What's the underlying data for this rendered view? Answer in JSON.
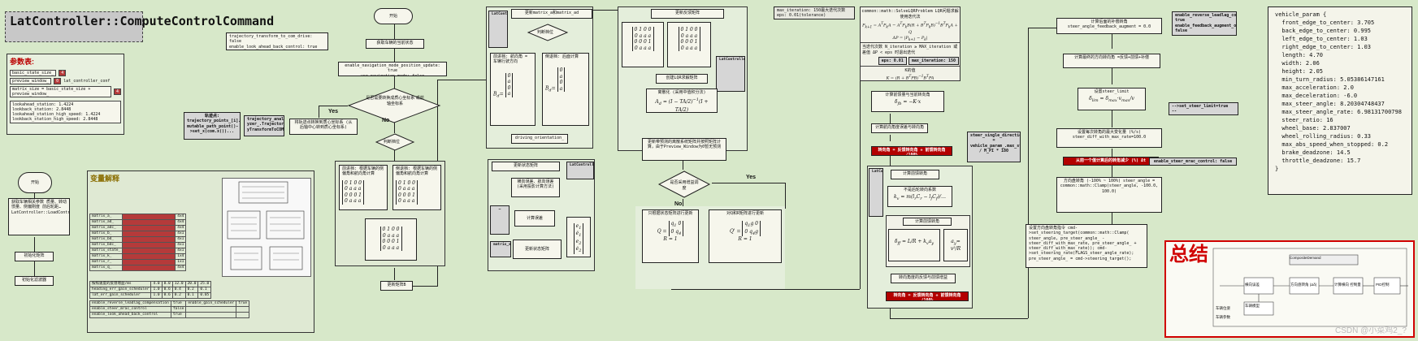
{
  "heading_title": "LatController::ComputeControlCommand",
  "params": {
    "title": "参数表:",
    "rows": [
      {
        "name": "basic_state_size_",
        "value": "4"
      },
      {
        "name": "preview_window_",
        "value": "0",
        "src": "lat_controller_conf"
      },
      {
        "name": "matrix_size = basic_state_size + preview_window_",
        "value": "4"
      }
    ],
    "lookahead": [
      "lookahead_station: 1.4224",
      "lookback_station: 2.8448",
      "lookahead_station_high_speed: 1.4224",
      "lookback_station_high_speed: 2.8448"
    ]
  },
  "left_flow": {
    "start": "开始",
    "step1": "获取车辆相关参数 质量、转动惯量、侧偏刚度 前后轮距… LatController::LoadControlConf",
    "step2": "初始化矩阵",
    "step3": "初始化滤波器"
  },
  "varlist": {
    "title": "变量解释",
    "rows": [
      {
        "name": "matrix_a_",
        "size": "4x4"
      },
      {
        "name": "matrix_ad_",
        "size": "4x4"
      },
      {
        "name": "matrix_adc_",
        "size": "4x4"
      },
      {
        "name": "matrix_b_",
        "size": "4x1"
      },
      {
        "name": "matrix_bd_",
        "size": "4x1"
      },
      {
        "name": "matrix_bdc_",
        "size": "4x1"
      },
      {
        "name": "matrix_state_",
        "size": "4x1"
      },
      {
        "name": "matrix_k_",
        "size": "1x4"
      },
      {
        "name": "matrix_r_",
        "size": "1x1"
      },
      {
        "name": "matrix_q_",
        "size": "4x4"
      }
    ],
    "gain_header": [
      "按照速度的反馈增益/ms",
      "4.0",
      "8.0",
      "12.0",
      "20.0",
      "25.0"
    ],
    "gain_rows": [
      [
        "heading_err_gain_scheduler",
        "1.0",
        "0.6",
        "0.4",
        "0.2",
        "0.1"
      ],
      [
        "lat_err_gain_scheduler",
        "1.0",
        "0.6",
        "0.2",
        "0.1",
        "0.05"
      ]
    ],
    "flags": [
      [
        "enable_reverse_leadlag_compensation",
        "true",
        "enable_gain_scheduler",
        "true"
      ],
      [
        "enable_steer_mrac_control",
        "false",
        "",
        ""
      ],
      [
        "enable_look_ahead_back_control",
        "true",
        "",
        ""
      ]
    ]
  },
  "flow2": {
    "start": "开始",
    "box1": "获取车辆的当前状态",
    "params_box": [
      "trajectory_transform_to_com_drive: false",
      "enable_look_ahead_back_control: true"
    ],
    "box2": [
      "enable_navigation_mode_position_update: true",
      "use_navigation_mode: false"
    ],
    "dia1": "是否需要转换成质心坐标系 或前轴坐标系",
    "yes": "Yes",
    "no": "No",
    "box3": "将轨迹点转换到质心坐标系 (从后轴中心转到质心坐标系)",
    "gray": "轨迹点: trajectory_points_[i]. mutable_path_point()- >set_x(com.x())...",
    "gray2": "trajectory_anal yzer_.Trajector yTransformToCOM",
    "dia2": "判断档位",
    "fwd": "前进档: 根据车辆的侧偏角和航向角计算",
    "rev": "倒退档: 根据车辆的侧偏角和航向角计算",
    "update": "更新矩阵B"
  },
  "flow3": {
    "title_a": "更新matrix_a和matrix_ad",
    "dia": "判断档位",
    "side_label": "LatController::UpdateDrivingOrientation()",
    "fwd": "前进档: 航向角 = 车辆行驶方向",
    "rev": "倒退档: 后面计算",
    "bottom_label": "driving_orientation_",
    "title_b": "更新状态矩阵",
    "side_b": "LatController::UpdateState()",
    "b1": "横向误差、航向误差(采用投影计算方法)",
    "b2": "计算误差",
    "b3": "更新状态矩阵",
    "b4": "matrix_state_"
  },
  "flow4": {
    "title": "更新反馈矩阵",
    "label1": "LatController::UpdateMatrix()",
    "box1": "创建LQR求解矩阵",
    "box2": "离散化 (采用中值积分法)",
    "box3": "更新带预测的离散系统矩阵并按照矩阵计算，由于Preview_Window为0暂无预测",
    "dia": "是否采用增益调度",
    "yes": "Yes",
    "no": "No",
    "left_box": "只根据状态矩阵进行更新",
    "right_box": "对Q和R矩阵进行更新"
  },
  "iter": {
    "lines": [
      "max_iteration: 150最大迭代次数",
      "eps: 0.01(tolerance)"
    ],
    "lqr_title": "common::math::SolveLQRProblem LQR问题求解 使用迭代法",
    "cond": "当迭代次数 N_iteration ≥ MAX_iteration 或 差值 ΔP < eps 时退出迭代",
    "eps": "eps: 0.01",
    "maxit": "max_iteration: 150",
    "k": "K的值"
  },
  "calc": {
    "b1": "计算前馈量与当前转向角",
    "b2": "计算航向角度误差与转向角",
    "b3": "转向角度的反馈与前馈增益",
    "red1": "转向角 = 反馈转向角 + 前馈转向角 /100%",
    "label": "LatController::ComputeFeedForward()",
    "b4": "计算前馈转角",
    "b5": "不是后轮转向系数",
    "b6": "计算前馈转角",
    "b7": "转向角度的反馈与前馈增益",
    "red2": "转向角 = 反馈转向角 + 前馈转向角 /100%",
    "steer_single": "steer_single_direction_max_degree_ = vehicle_param_.max_steer_angle() / M_PI * 180"
  },
  "right": {
    "r1": "计算后面的补偿转角 steer_angle_feedback_augment = 0.0",
    "r1_side": [
      "enable_reverse_leadlag_compensation: true",
      "enable_feedback_augment_on_high_speed: false"
    ],
    "r2": "计算最终的方向转向角 =反馈+前馈+补偿",
    "r3": "设置steer_limit",
    "r3_side": [
      "-->set_steer_limit=true",
      "-->enable_maximum_steer_rate_limit=false"
    ],
    "r4": "设置每次转角的最大变化量 (%/s) steer_diff_with_max_rate=100.0",
    "red": "从前一个值计算后的转角减少 (%) Δt",
    "red_side": "enable_steer_mrac_control: false",
    "r5": "方向盘转角 (-100% ~ 100%) steer_angle = common::math::Clamp(steer_angle, -100.0, 100.0)",
    "r6": "设置方向盘转角指令 cmd->set_steering_target(common::math::Clamp( steer_angle, pre_steer_angle_ - steer_diff_with_max_rate, pre_steer_angle_ + steer_diff_with_max_rate)); cmd->set_steering_rate(FLAGS_steer_angle_rate); pre_steer_angle_ = cmd->steering_target();"
  },
  "vehicle": {
    "lines": [
      "vehicle_param {",
      "  front_edge_to_center: 3.705",
      "  back_edge_to_center: 0.995",
      "  left_edge_to_center: 1.03",
      "  right_edge_to_center: 1.03",
      "",
      "  length: 4.70",
      "  width: 2.06",
      "  height: 2.05",
      "  min_turn_radius: 5.05386147161",
      "  max_acceleration: 2.0",
      "  max_deceleration: -6.0",
      "  max_steer_angle: 8.20304748437",
      "  max_steer_angle_rate: 6.98131700798",
      "  steer_ratio: 16",
      "  wheel_base: 2.837007",
      "  wheel_rolling_radius: 0.33",
      "  max_abs_speed_when_stopped: 0.2",
      "  brake_deadzone: 14.5",
      "  throttle_deadzone: 15.7",
      "}"
    ]
  },
  "summary": {
    "title": "总结",
    "inner_top": "CompositeDemand",
    "labels": [
      "车辆位姿",
      "车辆参数",
      "横向误差",
      "方向盘转角 (Δδ)",
      "计算横向 控制量",
      "PID控制",
      "车辆模型"
    ],
    "watermark": "CSDN @小菜鸡2_?"
  },
  "colors": {
    "background": "#d7e8c9",
    "accent_red": "#b30000",
    "heading_grey": "#c8c8c8"
  }
}
